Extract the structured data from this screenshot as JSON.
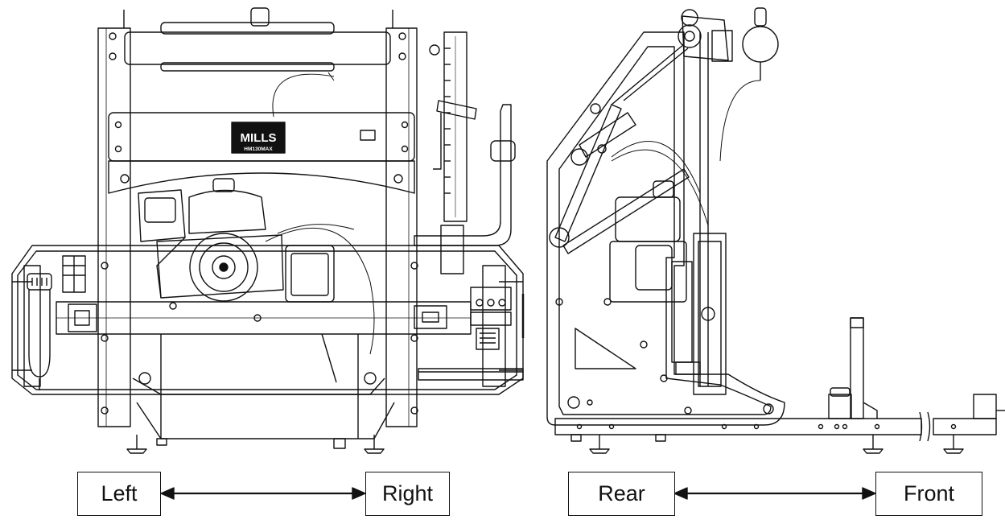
{
  "logo": {
    "brand": "MILLS",
    "model": "HM130MAX"
  },
  "views": [
    {
      "name": "front-view",
      "axis": {
        "start_label": "Left",
        "end_label": "Right"
      }
    },
    {
      "name": "side-view",
      "axis": {
        "start_label": "Rear",
        "end_label": "Front"
      }
    }
  ],
  "colors": {
    "line": "#111111",
    "background": "#ffffff"
  }
}
